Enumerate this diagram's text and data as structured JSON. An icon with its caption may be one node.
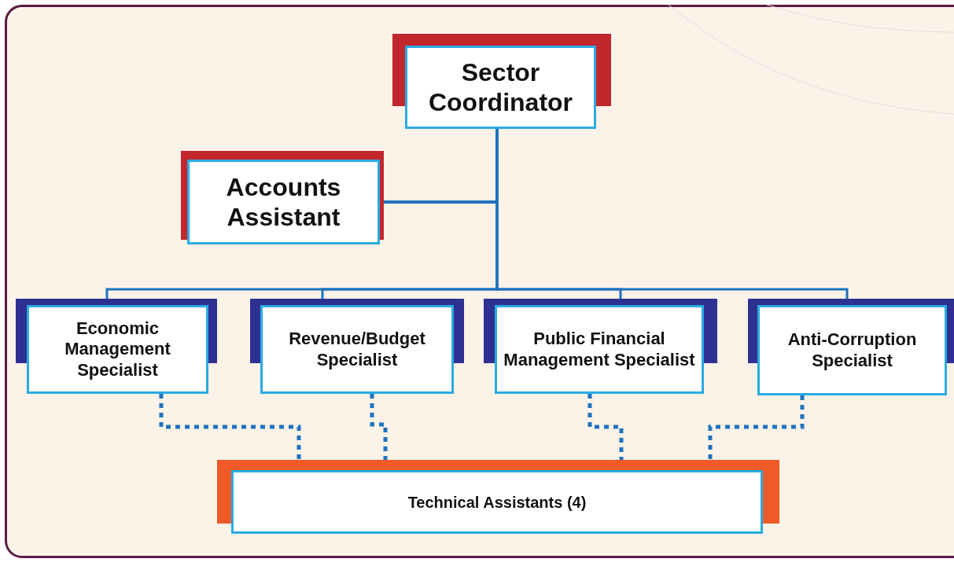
{
  "diagram": {
    "nodes": [
      {
        "text": [
          "Sector Coordinator"
        ]
      },
      {
        "text": [
          "Accounts Assistant"
        ]
      },
      {
        "text": [
          "Economic Management Specialist"
        ]
      },
      {
        "text": [
          "Revenue/Budget Specialist"
        ]
      },
      {
        "text": [
          "Public Financial Management Specialist"
        ]
      },
      {
        "text": [
          "Anti-Corruption Specialist"
        ]
      },
      {
        "text": [
          "Technical Assistants (4)"
        ]
      }
    ],
    "edges": [
      {
        "from": 0,
        "to": 1,
        "arrow": "none"
      },
      {
        "from": 0,
        "to": 2,
        "arrow": "none"
      },
      {
        "from": 0,
        "to": 3,
        "arrow": "none"
      },
      {
        "from": 0,
        "to": 4,
        "arrow": "none"
      },
      {
        "from": 0,
        "to": 5,
        "arrow": "none"
      },
      {
        "from": 2,
        "to": 6,
        "arrow": "none",
        "style": "dashed"
      },
      {
        "from": 3,
        "to": 6,
        "arrow": "none",
        "style": "dashed"
      },
      {
        "from": 4,
        "to": 6,
        "arrow": "none",
        "style": "dashed"
      },
      {
        "from": 5,
        "to": 6,
        "arrow": "none",
        "style": "dashed"
      }
    ]
  }
}
